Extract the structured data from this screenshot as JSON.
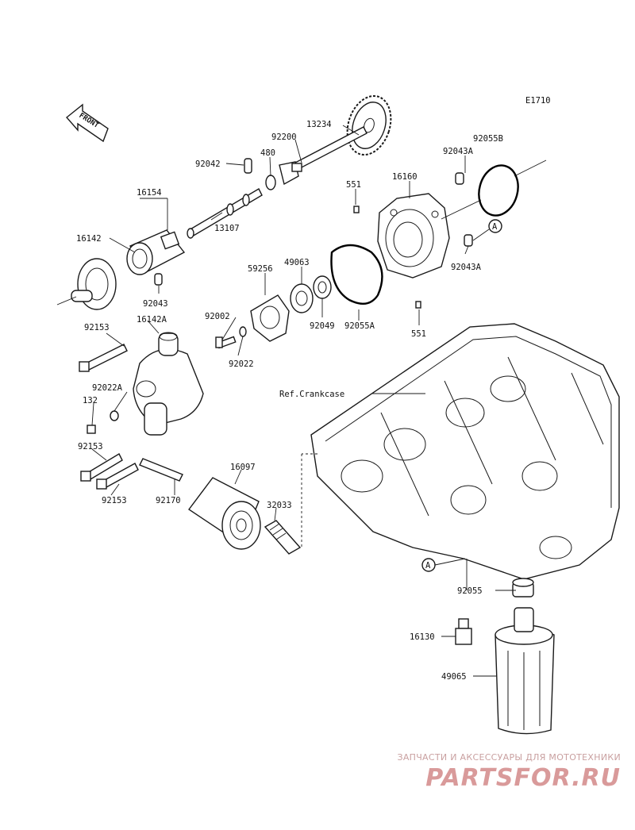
{
  "diagram_code": "E1710",
  "front_label": "FRONT",
  "ref_label": "Ref.Crankcase",
  "callout_a": "A",
  "parts": {
    "p13234": "13234",
    "p92200": "92200",
    "p480": "480",
    "p92042": "92042",
    "p92055b": "92055B",
    "p92043a_top": "92043A",
    "p551_top": "551",
    "p16160": "16160",
    "p16154": "16154",
    "p13107": "13107",
    "p16142": "16142",
    "p92043": "92043",
    "p92043a_mid": "92043A",
    "p59256": "59256",
    "p49063": "49063",
    "p92002": "92002",
    "p92049": "92049",
    "p92055a": "92055A",
    "p551_bot": "551",
    "p92022": "92022",
    "p92153_top": "92153",
    "p16142a": "16142A",
    "p92022a": "92022A",
    "p132": "132",
    "p92153_mid": "92153",
    "p92153_bot": "92153",
    "p92170": "92170",
    "p16097": "16097",
    "p32033": "32033",
    "p92055": "92055",
    "p16130": "16130",
    "p49065": "49065"
  },
  "watermark": {
    "tagline": "ЗАПЧАСТИ И АКСЕССУАРЫ ДЛЯ МОТОТЕХНИКИ",
    "brand": "PARTSFOR.RU"
  }
}
